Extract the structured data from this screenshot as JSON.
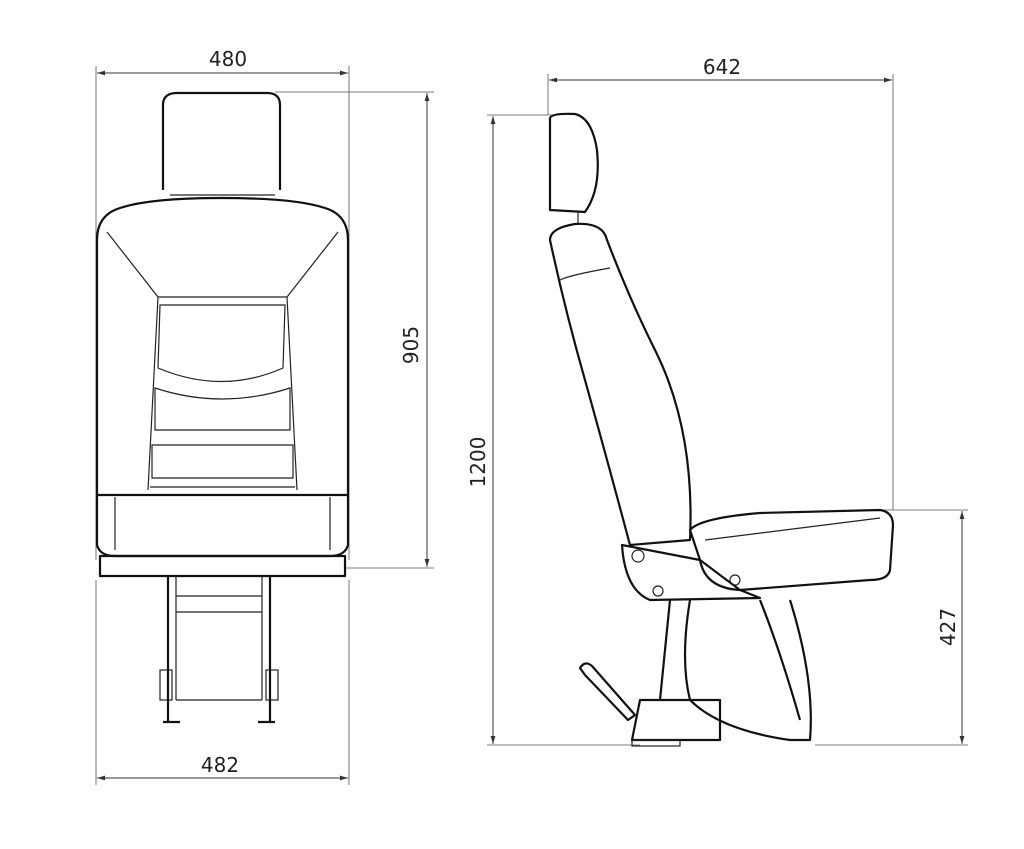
{
  "diagram": {
    "front_view": {
      "width_top": "480",
      "width_bottom": "482",
      "height": "905"
    },
    "side_view": {
      "depth": "642",
      "total_height": "1200",
      "seat_height": "427"
    }
  }
}
